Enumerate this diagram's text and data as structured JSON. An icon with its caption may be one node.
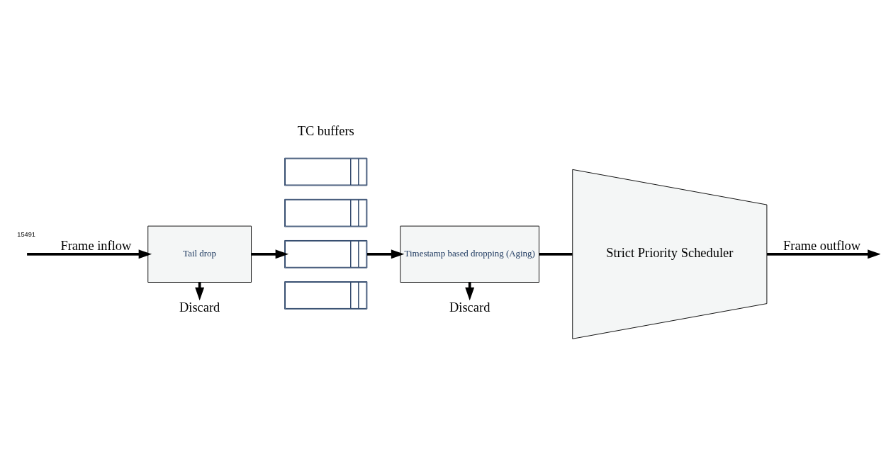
{
  "diagram": {
    "nodes": [
      {
        "text": [
          "Tail drop"
        ]
      },
      {
        "text": [],
        "shape": "box"
      },
      {
        "text": [],
        "shape": "box"
      },
      {
        "text": [],
        "shape": "box"
      },
      {
        "text": [],
        "shape": "box"
      },
      {
        "text": [
          "Timestamp based dropping (Aging)"
        ]
      },
      {
        "text": [
          "Strict Priority Scheduler"
        ]
      },
      {
        "text": [
          "Discard"
        ]
      },
      {
        "text": [
          "Discard"
        ]
      }
    ],
    "edges": [
      {
        "from": null,
        "to": 0,
        "arrow": "to",
        "label": "Frame inflow"
      },
      {
        "from": 0,
        "to": 3,
        "arrow": "to"
      },
      {
        "from": 0,
        "to": 7,
        "arrow": "to"
      },
      {
        "from": 3,
        "to": 5,
        "arrow": "to"
      },
      {
        "from": 5,
        "to": 6,
        "arrow": "none"
      },
      {
        "from": 5,
        "to": 8,
        "arrow": "to"
      },
      {
        "from": 6,
        "to": null,
        "arrow": "to",
        "label": "Frame outflow"
      }
    ],
    "labels": [
      "TC buffers",
      "15491"
    ]
  }
}
